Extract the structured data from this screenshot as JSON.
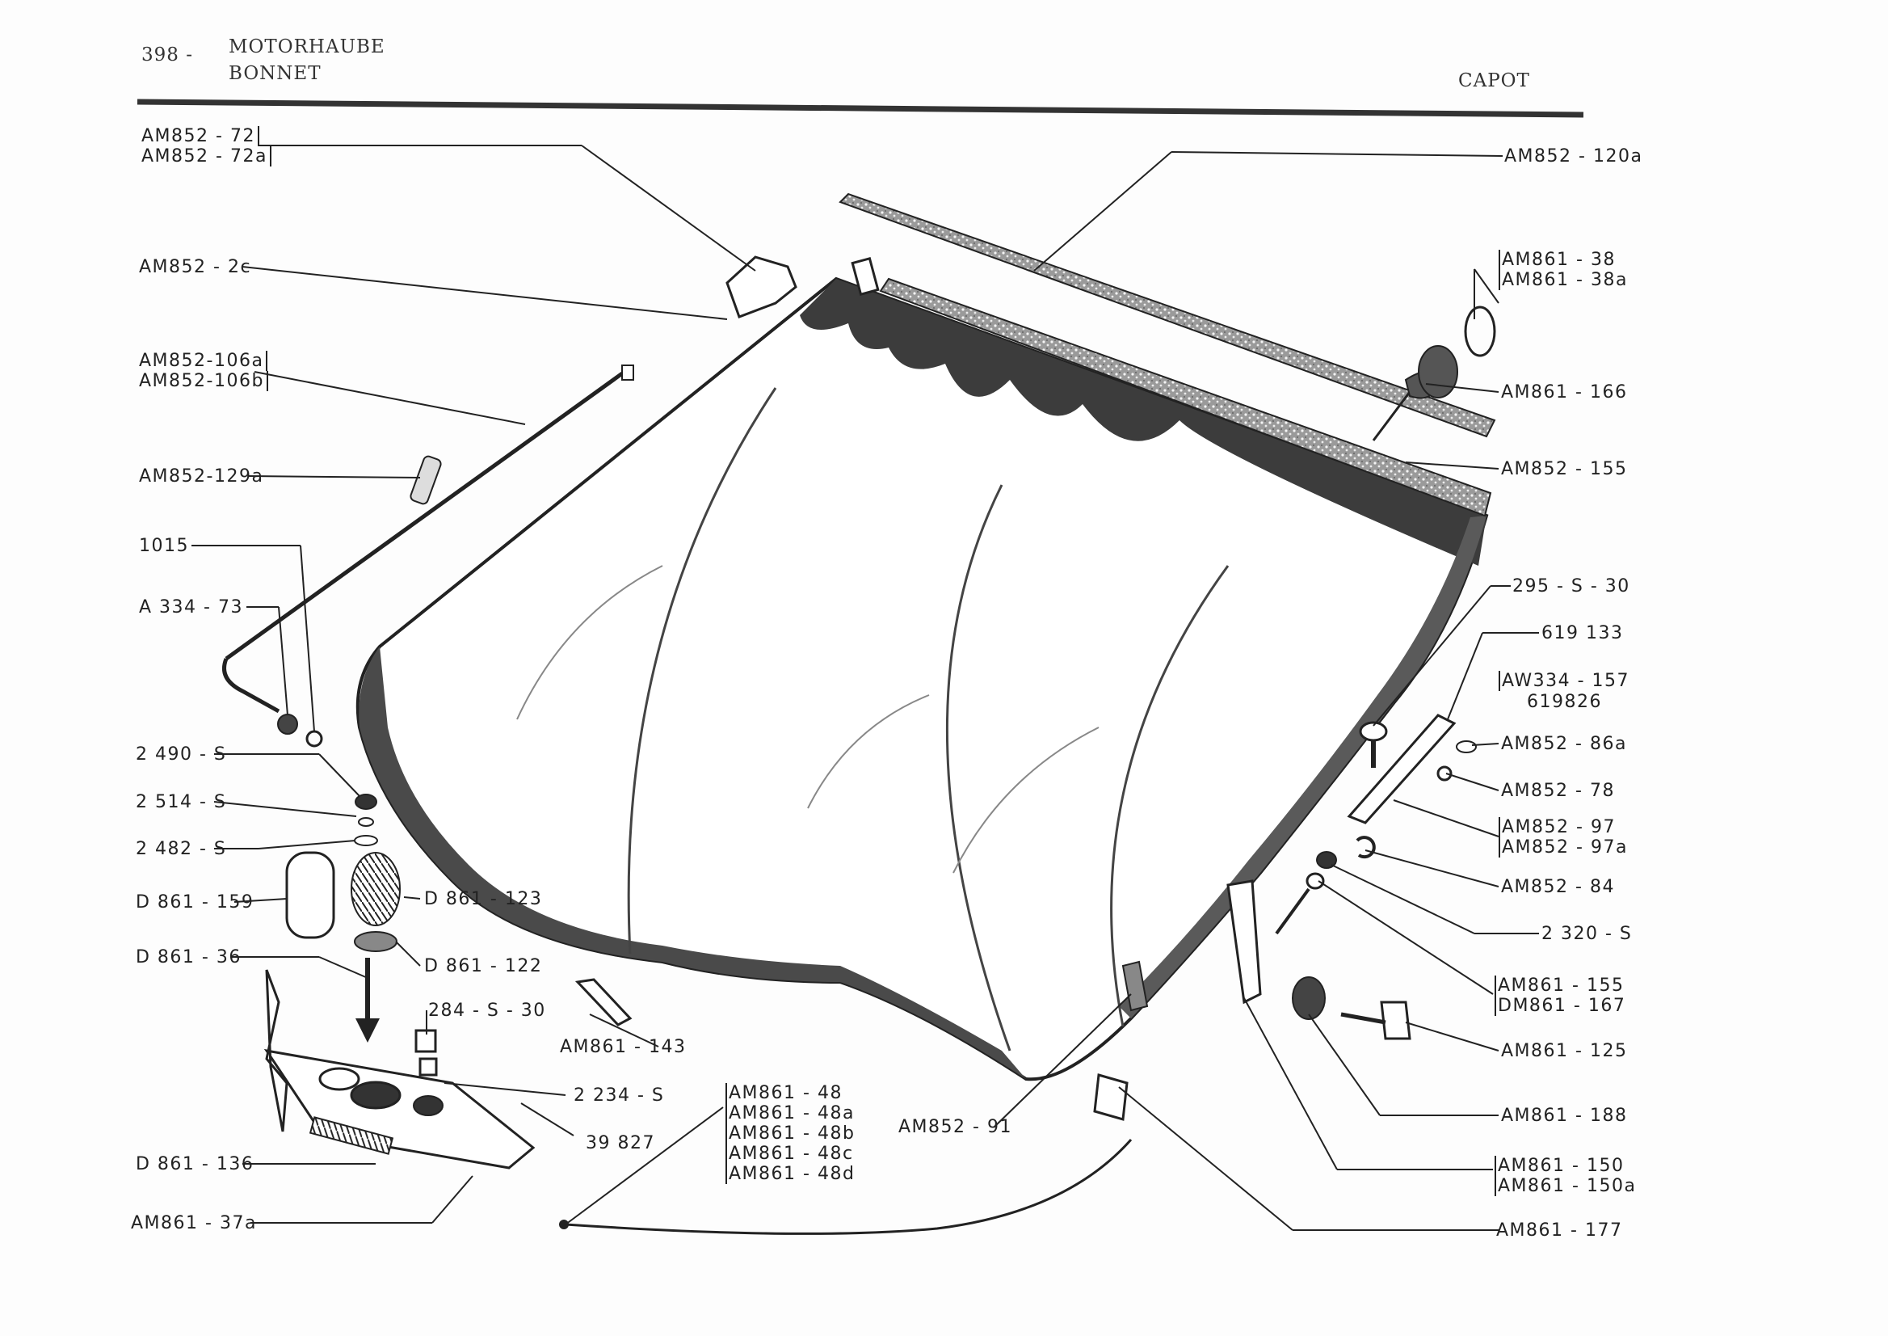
{
  "header": {
    "page_number": "398 -",
    "title_de": "MOTORHAUBE",
    "title_en": "BONNET",
    "title_fr": "CAPOT"
  },
  "left_labels": {
    "am852_72": "AM852 - 72",
    "am852_72a": "AM852 - 72a",
    "am852_2c": "AM852 - 2c",
    "am852_106a": "AM852-106a",
    "am852_106b": "AM852-106b",
    "am852_129a": "AM852-129a",
    "p1015": "1015",
    "a334_73": "A 334 - 73",
    "p2490s": "2 490 - S",
    "p2514s": "2 514 - S",
    "p2482s": "2 482 - S",
    "d861_159": "D 861 - 159",
    "d861_36": "D 861 - 36",
    "d861_136": "D 861 - 136",
    "am861_37a": "AM861 - 37a"
  },
  "center_labels": {
    "d861_123": "D 861 - 123",
    "d861_122": "D 861 - 122",
    "p284s30": "284 - S - 30",
    "am861_143": "AM861 - 143",
    "p2234s": "2 234 - S",
    "p39827": "39 827",
    "am861_48": "AM861 - 48",
    "am861_48a": "AM861 - 48a",
    "am861_48b": "AM861 - 48b",
    "am861_48c": "AM861 - 48c",
    "am861_48d": "AM861 - 48d",
    "am852_91": "AM852 - 91"
  },
  "right_labels": {
    "am852_120a": "AM852 - 120a",
    "am861_38": "AM861 - 38",
    "am861_38a": "AM861 - 38a",
    "am861_166": "AM861 - 166",
    "am852_155": "AM852 - 155",
    "p295s30": "295 - S - 30",
    "p619133": "619 133",
    "aw334_157": "AW334 - 157",
    "p619826": "619826",
    "am852_86a": "AM852 - 86a",
    "am852_78": "AM852 - 78",
    "am852_97": "AM852 - 97",
    "am852_97a": "AM852 - 97a",
    "am852_84": "AM852 - 84",
    "p2320s": "2 320 - S",
    "am861_155": "AM861 - 155",
    "dm861_167": "DM861 - 167",
    "am861_125": "AM861 - 125",
    "am861_188": "AM861 - 188",
    "am861_150": "AM861 - 150",
    "am861_150a": "AM861 - 150a",
    "am861_177": "AM861 - 177"
  }
}
